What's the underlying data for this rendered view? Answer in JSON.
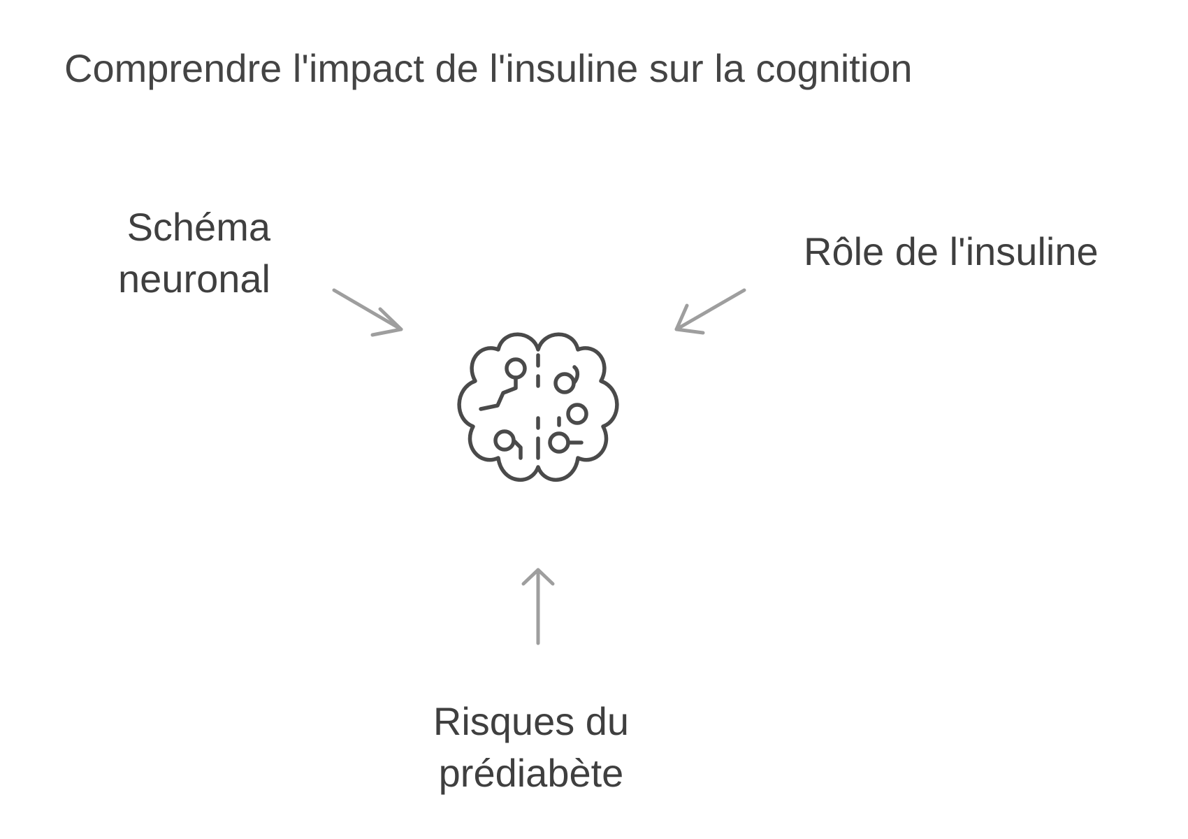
{
  "title": "Comprendre l'impact de l'insuline sur la cognition",
  "center": {
    "icon": "brain-circuit-icon"
  },
  "nodes": {
    "left": {
      "lines": [
        "Schéma",
        "neuronal"
      ]
    },
    "right": {
      "lines": [
        "Rôle de l'insuline"
      ]
    },
    "bottom": {
      "lines": [
        "Risques du",
        "prédiabète"
      ]
    }
  },
  "colors": {
    "text": "#444444",
    "arrow": "#9e9e9e",
    "icon": "#4a4a4a",
    "background": "#ffffff"
  }
}
